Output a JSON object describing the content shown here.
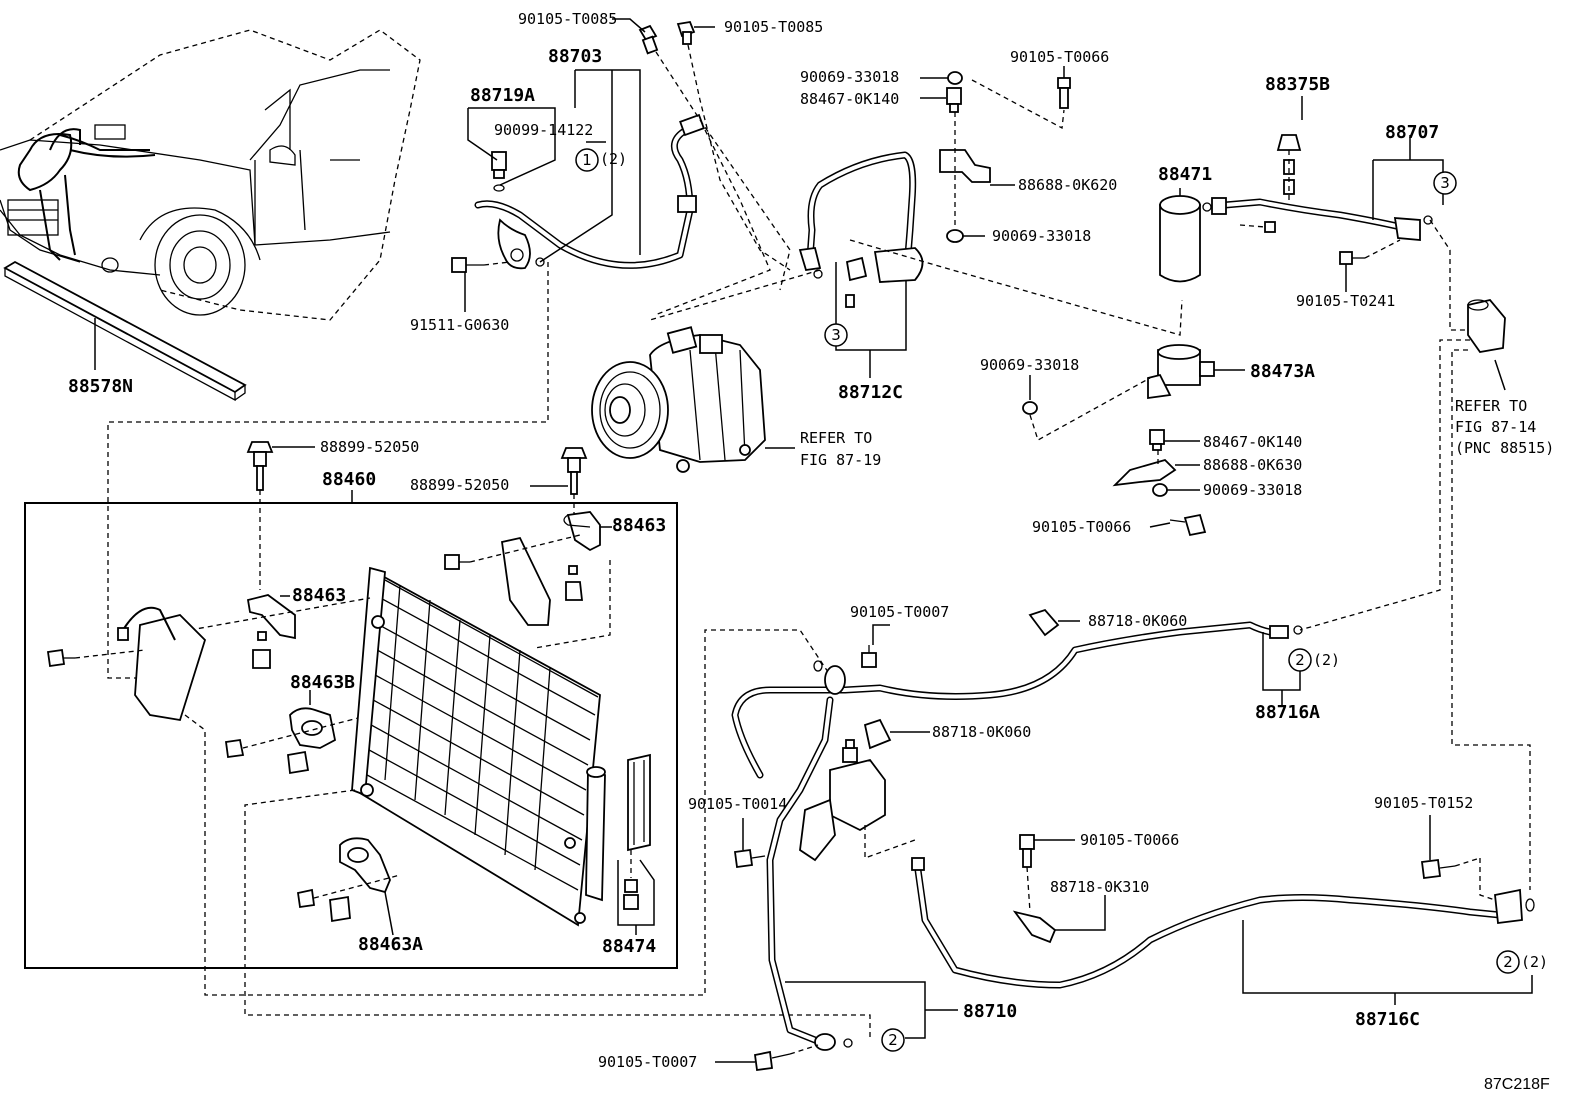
{
  "figure_code": "87C218F",
  "labels": {
    "l88578N": "88578N",
    "l90105T0085a": "90105-T0085",
    "l90105T0085b": "90105-T0085",
    "l88703": "88703",
    "l88719A": "88719A",
    "l9009914122": "90099-14122",
    "l91511G0630": "91511-G0630",
    "l9006933018a": "90069-33018",
    "l884670K140a": "88467-0K140",
    "l90105T0066a": "90105-T0066",
    "l886880K620": "88688-0K620",
    "l9006933018b": "90069-33018",
    "l88471": "88471",
    "l88375B": "88375B",
    "l88707": "88707",
    "l90105T0241": "90105-T0241",
    "l88712C": "88712C",
    "refer1a": "REFER TO",
    "refer1b": "FIG 87-19",
    "l9006933018c": "90069-33018",
    "l88473A": "88473A",
    "refer2a": "REFER TO",
    "refer2b": "FIG 87-14",
    "refer2c": "(PNC 88515)",
    "l884670K140b": "88467-0K140",
    "l886880K630": "88688-0K630",
    "l9006933018d": "90069-33018",
    "l90105T0066b": "90105-T0066",
    "l8889952050a": "88899-52050",
    "l88460": "88460",
    "l8889952050b": "88899-52050",
    "l88463a": "88463",
    "l88463b": "88463",
    "l88463B": "88463B",
    "l88463A": "88463A",
    "l88474": "88474",
    "l90105T0007a": "90105-T0007",
    "l887180K060a": "88718-0K060",
    "l887180K060b": "88718-0K060",
    "l88716A": "88716A",
    "l90105T0014": "90105-T0014",
    "l90105T0066c": "90105-T0066",
    "l887180K310": "88718-0K310",
    "l90105T0152": "90105-T0152",
    "l88710": "88710",
    "l88716C": "88716C",
    "l90105T0007b": "90105-T0007"
  },
  "callouts": {
    "c1": "1",
    "c1q": "(2)",
    "c3a": "3",
    "c3b": "3",
    "c2a": "2",
    "c2aq": "(2)",
    "c2b": "2",
    "c2bq": "(2)",
    "c2c": "2"
  }
}
